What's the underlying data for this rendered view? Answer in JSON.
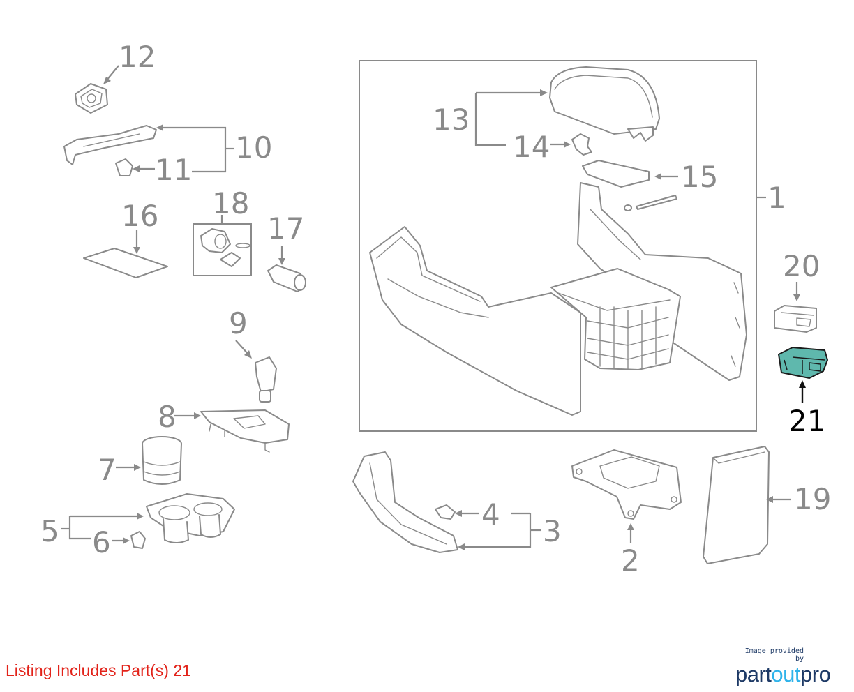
{
  "callouts": {
    "c1": "1",
    "c2": "2",
    "c3": "3",
    "c4": "4",
    "c5": "5",
    "c6": "6",
    "c7": "7",
    "c8": "8",
    "c9": "9",
    "c10": "10",
    "c11": "11",
    "c12": "12",
    "c13": "13",
    "c14": "14",
    "c15": "15",
    "c16": "16",
    "c17": "17",
    "c18": "18",
    "c19": "19",
    "c20": "20",
    "c21": "21"
  },
  "highlighted_part": "21",
  "colors": {
    "line": "#8a8a8a",
    "highlight_fill": "#5fb8ad",
    "note_text": "#e2231a",
    "logo_navy": "#1e3a66",
    "logo_cyan": "#2fb3ea"
  },
  "footer": {
    "listing_note": "Listing Includes Part(s) 21",
    "provider_caption": "Image provided by",
    "provider_logo": {
      "part1": "part",
      "part2": "out",
      "part3": "pro"
    }
  }
}
